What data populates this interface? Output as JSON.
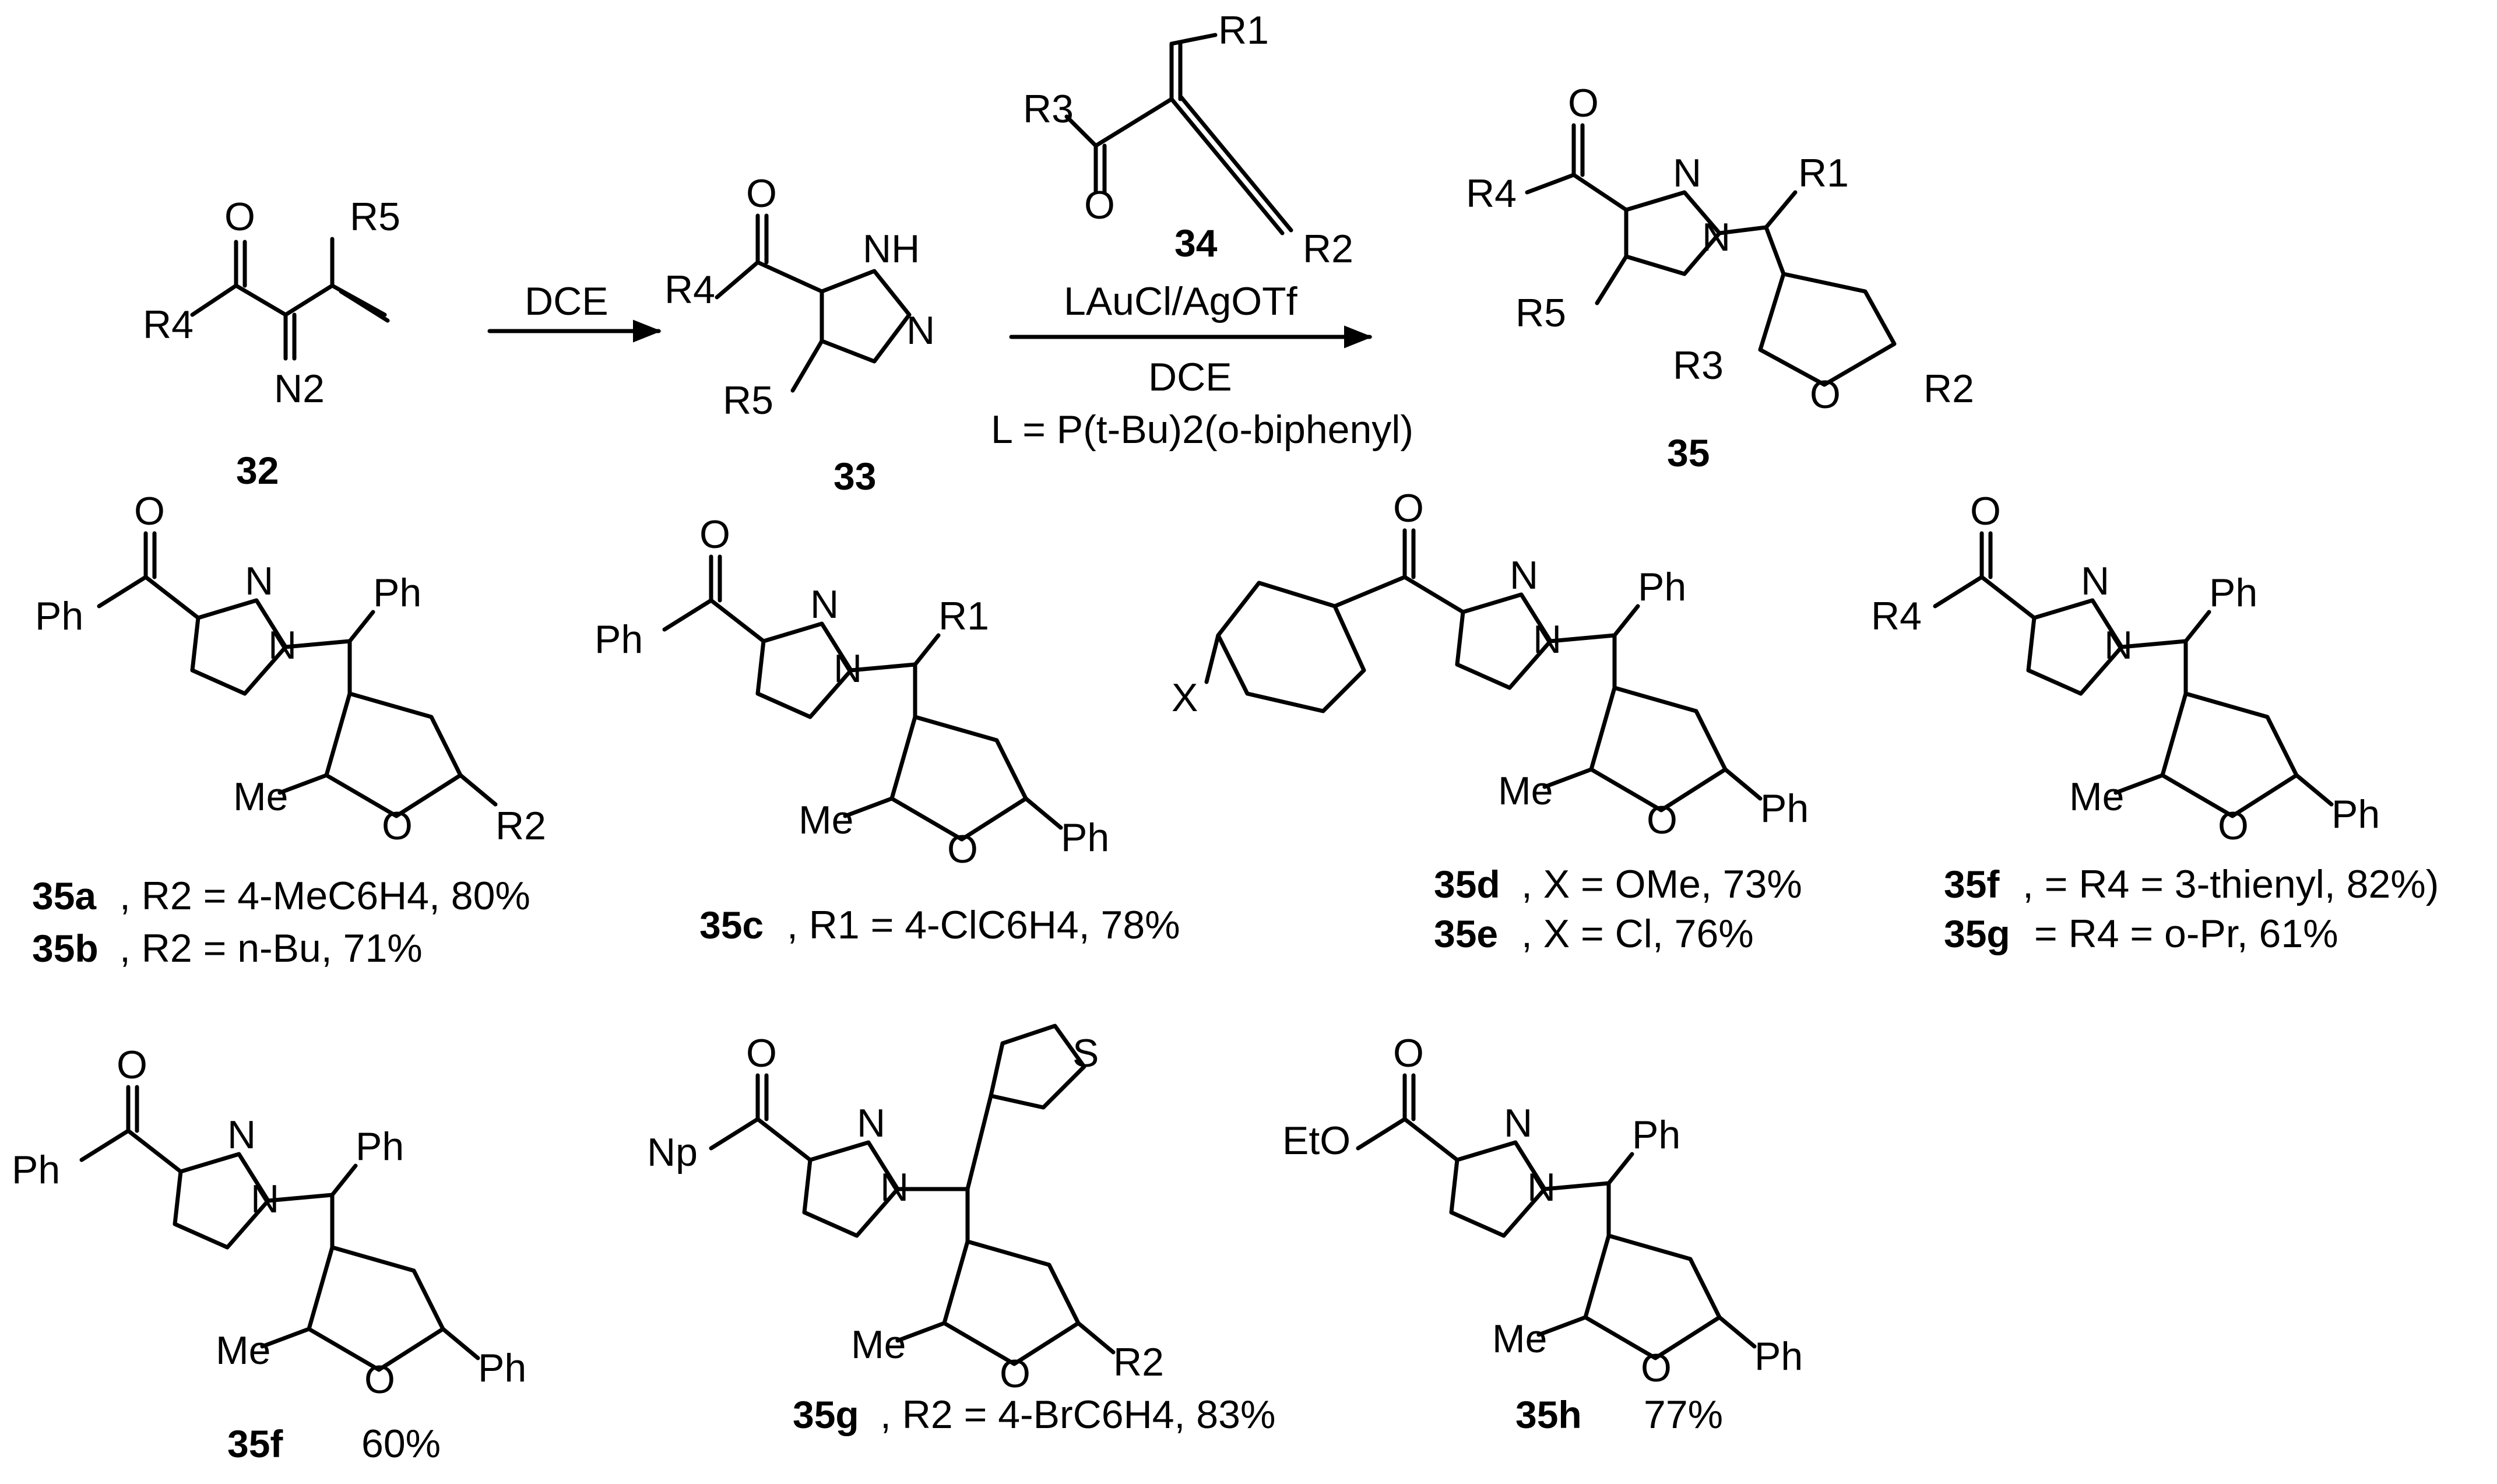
{
  "scheme": {
    "reagent_label": "34",
    "reaction_steps": [
      {
        "from": "32",
        "to": "33",
        "condition": "DCE"
      },
      {
        "from": "33",
        "to": "35",
        "conditions": [
          "LAuCl/AgOTf",
          "DCE",
          "L = P(t-Bu)2(o-biphenyl)"
        ]
      }
    ],
    "compounds": {
      "c32": {
        "id": "32",
        "groups": [
          "R4",
          "R5",
          "N2",
          "O"
        ]
      },
      "c33": {
        "id": "33",
        "groups": [
          "R4",
          "R5",
          "O",
          "N",
          "NH"
        ]
      },
      "c34": {
        "id": "34",
        "groups": [
          "R1",
          "R2",
          "R3",
          "O"
        ]
      },
      "c35": {
        "id": "35",
        "groups": [
          "R1",
          "R2",
          "R3",
          "R4",
          "R5",
          "O",
          "N",
          "N"
        ]
      }
    },
    "products": [
      {
        "id": "35a",
        "desc": ", R2 = 4-MeC6H4, 80%",
        "acyl": "Ph",
        "aryl": "Ph",
        "furan_sub": "R2"
      },
      {
        "id": "35b",
        "desc": ", R2 = n-Bu, 71%"
      },
      {
        "id": "35c",
        "desc": ", R1 = 4-ClC6H4, 78%",
        "acyl": "Ph",
        "aryl": "R1",
        "furan_sub": "Ph"
      },
      {
        "id": "35d",
        "desc": ", X = OMe, 73%",
        "acyl": "X",
        "aryl": "Ph",
        "furan_sub": "Ph"
      },
      {
        "id": "35e",
        "desc": ", X = Cl, 76%"
      },
      {
        "id": "35f",
        "desc": ", = R4 = 3-thienyl, 82%)",
        "acyl": "R4",
        "aryl": "Ph",
        "furan_sub": "Ph"
      },
      {
        "id": "35g",
        "desc": " = R4 = o-Pr, 61%"
      },
      {
        "id": "35f",
        "desc": "60%",
        "acyl": "Ph",
        "aryl": "Ph",
        "furan_sub": "Ph"
      },
      {
        "id": "35g",
        "desc": ", R2 = 4-BrC6H4, 83%",
        "acyl": "Np",
        "aryl": "S",
        "furan_sub": "R2"
      },
      {
        "id": "35h",
        "desc": "77%",
        "acyl": "EtO",
        "aryl": "Ph",
        "furan_sub": "Ph"
      }
    ],
    "atom_labels": {
      "O": "O",
      "N": "N",
      "H": "H",
      "Me": "Me",
      "S": "S"
    }
  }
}
